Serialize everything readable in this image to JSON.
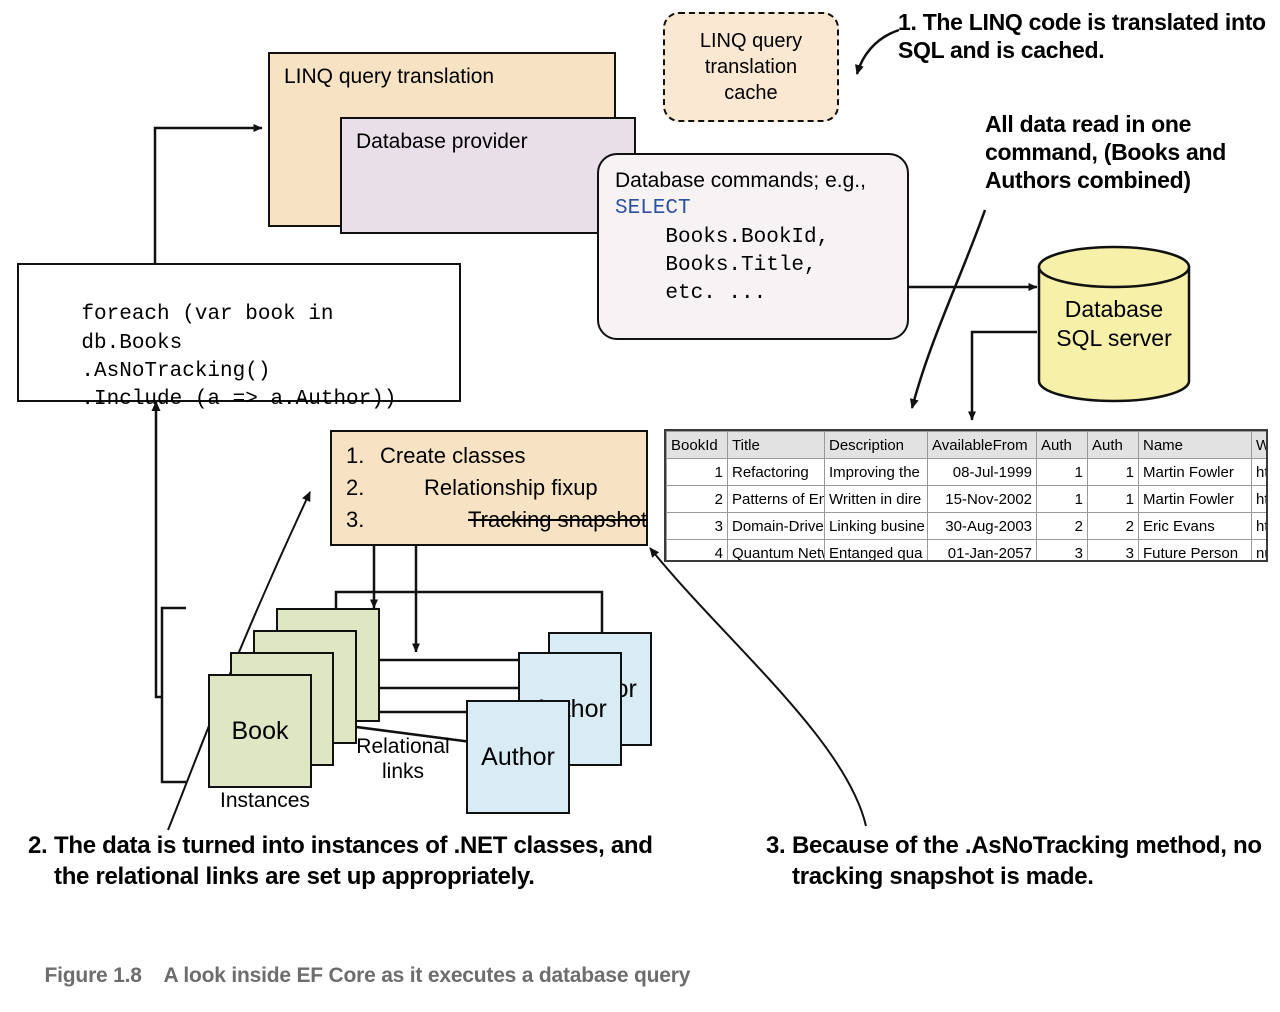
{
  "boxes": {
    "linq_translation": "LINQ query translation",
    "database_provider": "Database provider",
    "cache": "LINQ query\ntranslation\ncache",
    "db_commands_title": "Database commands; e.g.,",
    "db_commands_keyword": "SELECT",
    "db_commands_lines": [
      "    Books.BookId,",
      "    Books.Title,",
      "    etc. ..."
    ],
    "code": "foreach (var book in\n    db.Books\n    .AsNoTracking()\n    .Include (a => a.Author))",
    "db_server": "Database\nSQL server"
  },
  "steps_box": {
    "items": [
      {
        "num": "1.",
        "text": "Create classes",
        "indent": 0,
        "strike": false
      },
      {
        "num": "2.",
        "text": "Relationship fixup",
        "indent": 1,
        "strike": false
      },
      {
        "num": "3.",
        "text": "Tracking snapshot",
        "indent": 2,
        "strike": true
      }
    ]
  },
  "instances": {
    "book_label": "Book",
    "author_label": "Author",
    "instances_label": "Instances",
    "relational_links_label": "Relational\nlinks",
    "book_card_count": 4,
    "author_card_count": 3
  },
  "annotations": {
    "note1_num": "1.",
    "note1_text": "The LINQ code is translated into SQL and is cached.",
    "note2_text": "All data read in one command, (Books and Authors combined)"
  },
  "captions": {
    "step2_num": "2.",
    "step2_text": "The data is turned into instances of .NET classes, and the relational links are set up appropriately.",
    "step3_num": "3.",
    "step3_text": "Because of the .AsNoTracking method, no tracking snapshot is made."
  },
  "figure": {
    "label": "Figure 1.8",
    "title": "A look inside EF Core as it executes a database query"
  },
  "table": {
    "columns": [
      "BookId",
      "Title",
      "Description",
      "AvailableFrom",
      "Auth",
      "Auth",
      "Name",
      "WebUrl"
    ],
    "rows": [
      [
        "1",
        "Refactoring",
        "Improving the",
        "08-Jul-1999",
        "1",
        "1",
        "Martin Fowler",
        "http://martinfo"
      ],
      [
        "2",
        "Patterns of Ent",
        "Written in dire",
        "15-Nov-2002",
        "1",
        "1",
        "Martin Fowler",
        "http://martinfo"
      ],
      [
        "3",
        "Domain-Driven",
        "Linking busine",
        "30-Aug-2003",
        "2",
        "2",
        "Eric Evans",
        "http://domainl"
      ],
      [
        "4",
        "Quantum Netw",
        "Entanged qua",
        "01-Jan-2057",
        "3",
        "3",
        "Future Person",
        "null"
      ]
    ]
  },
  "colors": {
    "linq_box": "#f7e3c3",
    "provider_box": "#e9dfe9",
    "cache_box": "#fbe8d2",
    "command_box": "#f7f3f5",
    "db_server": "#f7f0a8",
    "book_card": "#dfe6c4",
    "author_card": "#d9ebf5",
    "sql_keyword": "#2d4fa0",
    "table_header": "#e2e2e2",
    "figure_caption": "#6d6d6d"
  }
}
